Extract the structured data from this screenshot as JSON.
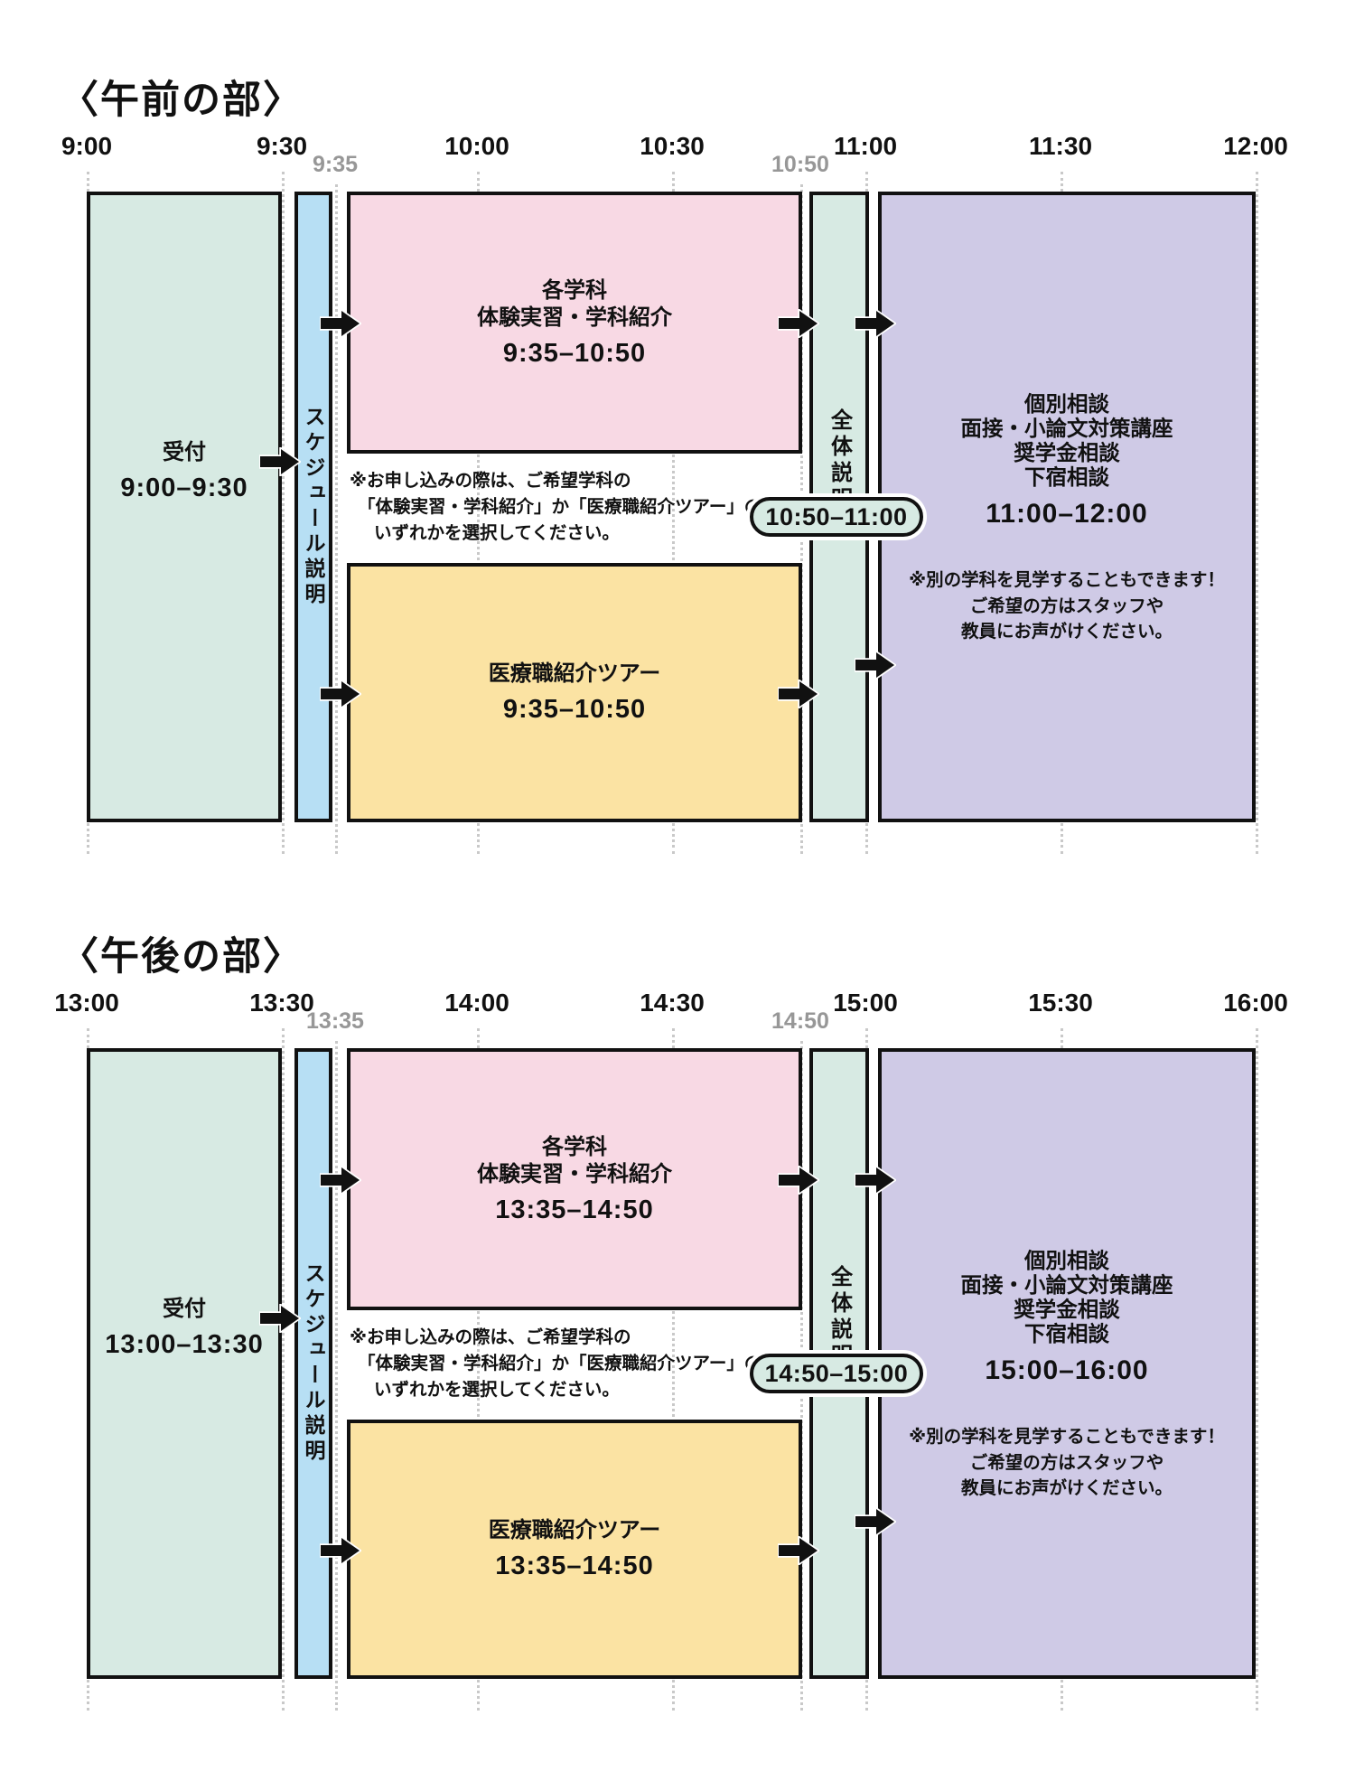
{
  "colors": {
    "mint": "#d7eae3",
    "light_blue": "#b7dff4",
    "pink": "#f8d9e4",
    "yellow": "#fbe3a3",
    "purple": "#cfcae6",
    "sub_tick_gray": "#979797",
    "outline_black": "#111111",
    "gridline_gray": "#c9c9c9"
  },
  "sections": [
    {
      "title": "〈午前の部〉",
      "ticks": [
        "9:00",
        "9:30",
        "10:00",
        "10:30",
        "11:00",
        "11:30",
        "12:00"
      ],
      "sub_ticks": [
        "9:35",
        "10:50"
      ],
      "reception": {
        "label": "受付",
        "time": "9:00–9:30"
      },
      "schedule_bar": {
        "label": "スケジュール説明"
      },
      "dept_box": {
        "line1": "各学科",
        "line2": "体験実習・学科紹介",
        "time": "9:35–10:50"
      },
      "selection_note": {
        "line1": "※お申し込みの際は、ご希望学科の",
        "line2": "「体験実習・学科紹介」か「医療職紹介ツアー」の",
        "line3": "いずれかを選択してください。"
      },
      "tour_box": {
        "label": "医療職紹介ツアー",
        "time": "9:35–10:50"
      },
      "overall_bar": {
        "label": "全体説明",
        "pill_time": "10:50–11:00"
      },
      "consult_box": {
        "line1": "個別相談",
        "line2": "面接・小論文対策講座",
        "line3": "奨学金相談",
        "line4": "下宿相談",
        "time": "11:00–12:00",
        "note1": "※別の学科を見学することもできます！",
        "note2": "ご希望の方はスタッフや",
        "note3": "教員にお声がけください。"
      }
    },
    {
      "title": "〈午後の部〉",
      "ticks": [
        "13:00",
        "13:30",
        "14:00",
        "14:30",
        "15:00",
        "15:30",
        "16:00"
      ],
      "sub_ticks": [
        "13:35",
        "14:50"
      ],
      "reception": {
        "label": "受付",
        "time": "13:00–13:30"
      },
      "schedule_bar": {
        "label": "スケジュール説明"
      },
      "dept_box": {
        "line1": "各学科",
        "line2": "体験実習・学科紹介",
        "time": "13:35–14:50"
      },
      "selection_note": {
        "line1": "※お申し込みの際は、ご希望学科の",
        "line2": "「体験実習・学科紹介」か「医療職紹介ツアー」の",
        "line3": "いずれかを選択してください。"
      },
      "tour_box": {
        "label": "医療職紹介ツアー",
        "time": "13:35–14:50"
      },
      "overall_bar": {
        "label": "全体説明",
        "pill_time": "14:50–15:00"
      },
      "consult_box": {
        "line1": "個別相談",
        "line2": "面接・小論文対策講座",
        "line3": "奨学金相談",
        "line4": "下宿相談",
        "time": "15:00–16:00",
        "note1": "※別の学科を見学することもできます！",
        "note2": "ご希望の方はスタッフや",
        "note3": "教員にお声がけください。"
      }
    }
  ]
}
